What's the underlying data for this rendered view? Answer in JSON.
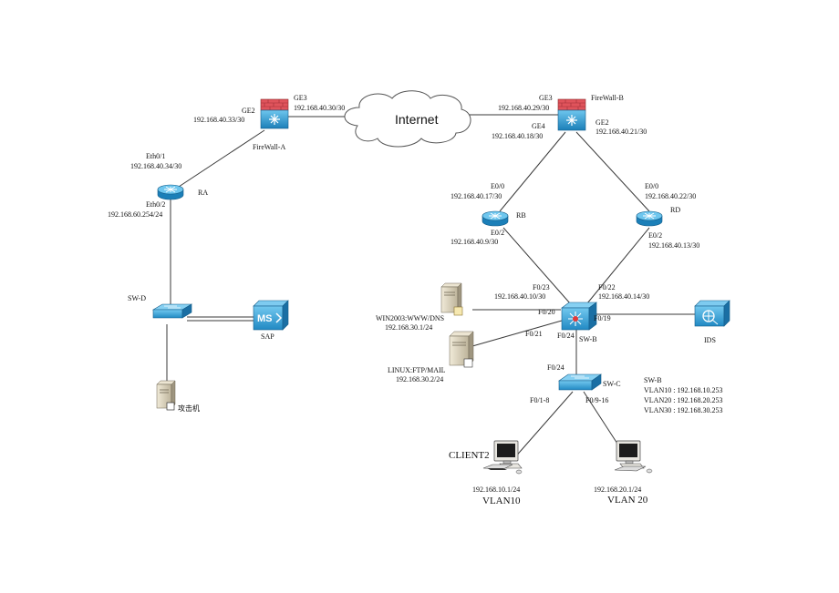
{
  "diagram": {
    "internet": "Internet",
    "firewall_a": {
      "name": "FireWall-A",
      "ge2": "GE2",
      "ge2_ip": "192.168.40.33/30",
      "ge3": "GE3",
      "ge3_ip": "192.168.40.30/30"
    },
    "firewall_b": {
      "name": "FireWall-B",
      "ge3": "GE3",
      "ge3_ip": "192.168.40.29/30",
      "ge4": "GE4",
      "ge4_ip": "192.168.40.18/30",
      "ge2": "GE2",
      "ge2_ip": "192.168.40.21/30"
    },
    "ra": {
      "name": "RA",
      "eth01": "Eth0/1",
      "eth01_ip": "192.168.40.34/30",
      "eth02": "Eth0/2",
      "eth02_ip": "192.168.60.254/24"
    },
    "rb": {
      "name": "RB",
      "e00": "E0/0",
      "e00_ip": "192.168.40.17/30",
      "e02": "E0/2",
      "e02_ip": "192.168.40.9/30"
    },
    "rd": {
      "name": "RD",
      "e00": "E0/0",
      "e00_ip": "192.168.40.22/30",
      "e02": "E0/2",
      "e02_ip": "192.168.40.13/30"
    },
    "sw_d": {
      "name": "SW-D"
    },
    "sap": {
      "name": "SAP",
      "icon_text": "MS"
    },
    "attacker": {
      "name": "攻击机"
    },
    "sw_b": {
      "name": "SW-B",
      "f023": "F0/23",
      "f023_ip": "192.168.40.10/30",
      "f022": "F0/22",
      "f022_ip": "192.168.40.14/30",
      "f020": "F0/20",
      "f019": "F0/19",
      "f021": "F0/21",
      "f024": "F0/24"
    },
    "ids": {
      "name": "IDS"
    },
    "win_server": {
      "name": "WIN2003:WWW/DNS",
      "ip": "192.168.30.1/24"
    },
    "linux_server": {
      "name": "LINUX:FTP/MAIL",
      "ip": "192.168.30.2/24"
    },
    "sw_c": {
      "name": "SW-C",
      "f024": "F0/24",
      "f018": "F0/1-8",
      "f0916": "F0/9-16"
    },
    "swb_vlans": {
      "title": "SW-B",
      "vlan10": "VLAN10 : 192.168.10.253",
      "vlan20": "VLAN20 : 192.168.20.253",
      "vlan30": "VLAN30 : 192.168.30.253"
    },
    "client2": {
      "name": "CLIENT2",
      "ip": "192.168.10.1/24",
      "vlan": "VLAN10"
    },
    "client_vlan20": {
      "ip": "192.168.20.1/24",
      "vlan": "VLAN 20"
    }
  }
}
